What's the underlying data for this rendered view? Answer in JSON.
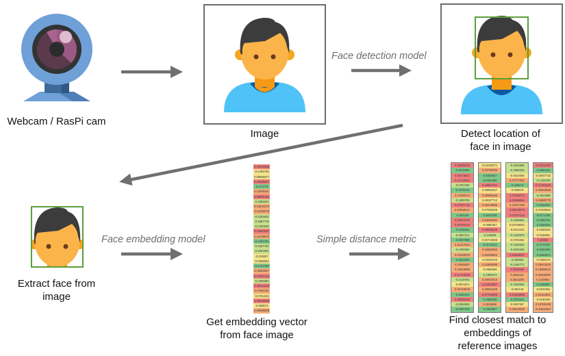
{
  "steps": {
    "webcam": {
      "caption": "Webcam / RasPi cam",
      "icon": "webcam-icon"
    },
    "image": {
      "caption": "Image",
      "icon": "person-portrait-icon"
    },
    "detect": {
      "caption_line1": "Detect location of",
      "caption_line2": "face in image",
      "icon": "person-portrait-face-box-icon"
    },
    "extract": {
      "caption_line1": "Extract face from",
      "caption_line2": "image",
      "icon": "cropped-face-icon"
    },
    "embedding": {
      "caption_line1": "Get embedding vector",
      "caption_line2": "from face image"
    },
    "match": {
      "caption_line1": "Find closest match to",
      "caption_line2": "embeddings of",
      "caption_line3": "reference images"
    }
  },
  "transitions": {
    "detection_model": "Face detection model",
    "embedding_model": "Face embedding model",
    "distance_metric": "Simple distance metric"
  },
  "colors": {
    "arrow": "#6f6f6f",
    "frame": "#6b6b6b",
    "face_box": "#5a9e3a",
    "label_gray": "#6e6e6e",
    "cell_red": "#f07f7f",
    "cell_orange": "#f6ac78",
    "cell_yellow": "#f4e38a",
    "cell_lightgreen": "#c7e08d",
    "cell_green": "#7fc88a"
  },
  "embedding_vector": [
    {
      "v": "0.34200865",
      "c": "red"
    },
    {
      "v": "-0.1205748",
      "c": "yellow"
    },
    {
      "v": "0.08880577",
      "c": "yellow"
    },
    {
      "v": "0.43489457",
      "c": "red"
    },
    {
      "v": "-0.471776",
      "c": "green"
    },
    {
      "v": "0.12280451",
      "c": "orange"
    },
    {
      "v": "0.30500182",
      "c": "red"
    },
    {
      "v": "-0.2055932",
      "c": "lightgreen"
    },
    {
      "v": "0.13643375",
      "c": "orange"
    },
    {
      "v": "0.12256078",
      "c": "orange"
    },
    {
      "v": "-0.3325932",
      "c": "lightgreen"
    },
    {
      "v": "-0.3087778",
      "c": "lightgreen"
    },
    {
      "v": "-0.2340945",
      "c": "lightgreen"
    },
    {
      "v": "0.24904567",
      "c": "red"
    },
    {
      "v": "0.16766875",
      "c": "orange"
    },
    {
      "v": "-0.4454751",
      "c": "green"
    },
    {
      "v": "-0.2847752",
      "c": "lightgreen"
    },
    {
      "v": "-0.2091901",
      "c": "lightgreen"
    },
    {
      "v": "-0.013807",
      "c": "yellow"
    },
    {
      "v": "-0.0595602",
      "c": "yellow"
    },
    {
      "v": "-0.4103459",
      "c": "green"
    },
    {
      "v": "0.10853057",
      "c": "orange"
    },
    {
      "v": "0.37304134",
      "c": "red"
    },
    {
      "v": "-0.1906883",
      "c": "lightgreen"
    },
    {
      "v": "0.32044229",
      "c": "red"
    },
    {
      "v": "0.27981251",
      "c": "orange"
    },
    {
      "v": "-0.0751618",
      "c": "yellow"
    },
    {
      "v": "0.38206088",
      "c": "red"
    },
    {
      "v": "-0.068674",
      "c": "yellow"
    },
    {
      "v": "0.25968059",
      "c": "orange"
    }
  ],
  "reference_embeddings": [
    [
      {
        "v": "0.45485242",
        "c": "red"
      },
      {
        "v": "-0.3018895",
        "c": "green"
      },
      {
        "v": "0.45473831",
        "c": "red"
      },
      {
        "v": "0.41722513",
        "c": "red"
      },
      {
        "v": "-0.0767409",
        "c": "lightgreen"
      },
      {
        "v": "-0.4976115",
        "c": "green"
      },
      {
        "v": "0.17205712",
        "c": "orange"
      },
      {
        "v": "-0.1506799",
        "c": "lightgreen"
      },
      {
        "v": "0.47521716",
        "c": "red"
      },
      {
        "v": "0.33945012",
        "c": "orange"
      },
      {
        "v": "-0.391228",
        "c": "green"
      },
      {
        "v": "0.33013726",
        "c": "red"
      },
      {
        "v": "0.40756124",
        "c": "red"
      },
      {
        "v": "-0.3038664",
        "c": "green"
      },
      {
        "v": "-0.3667114",
        "c": "lightgreen"
      },
      {
        "v": "-0.3057585",
        "c": "green"
      },
      {
        "v": "0.31317612",
        "c": "orange"
      },
      {
        "v": "-0.1300082",
        "c": "lightgreen"
      },
      {
        "v": "0.10459375",
        "c": "orange"
      },
      {
        "v": "-0.3843828",
        "c": "green"
      },
      {
        "v": "0.23665397",
        "c": "orange"
      },
      {
        "v": "0.18215988",
        "c": "orange"
      },
      {
        "v": "0.41710409",
        "c": "red"
      },
      {
        "v": "-0.2149703",
        "c": "lightgreen"
      },
      {
        "v": "-0.0874871",
        "c": "yellow"
      },
      {
        "v": "0.32740648",
        "c": "orange"
      },
      {
        "v": "-0.3260312",
        "c": "green"
      },
      {
        "v": "0.38305229",
        "c": "red"
      },
      {
        "v": "-0.2804659",
        "c": "lightgreen"
      },
      {
        "v": "-0.4507378",
        "c": "green"
      }
    ],
    [
      {
        "v": "0.04226071",
        "c": "yellow"
      },
      {
        "v": "0.33755295",
        "c": "orange"
      },
      {
        "v": "-0.4020827",
        "c": "green"
      },
      {
        "v": "-0.4640398",
        "c": "green"
      },
      {
        "v": "0.46654784",
        "c": "red"
      },
      {
        "v": "0.06883347",
        "c": "yellow"
      },
      {
        "v": "0.30986168",
        "c": "orange"
      },
      {
        "v": "0.00837712",
        "c": "yellow"
      },
      {
        "v": "0.26419686",
        "c": "orange"
      },
      {
        "v": "0.07085298",
        "c": "yellow"
      },
      {
        "v": "-0.3078765",
        "c": "green"
      },
      {
        "v": "0.33061002",
        "c": "orange"
      },
      {
        "v": "-0.0890457",
        "c": "yellow"
      },
      {
        "v": "0.46645205",
        "c": "red"
      },
      {
        "v": "-0.125904",
        "c": "lightgreen"
      },
      {
        "v": "0.02713939",
        "c": "yellow"
      },
      {
        "v": "-0.3173214",
        "c": "green"
      },
      {
        "v": "0.16662655",
        "c": "orange"
      },
      {
        "v": "0.35330604",
        "c": "orange"
      },
      {
        "v": "0.03080105",
        "c": "yellow"
      },
      {
        "v": "0.31655499",
        "c": "orange"
      },
      {
        "v": "-0.0896868",
        "c": "yellow"
      },
      {
        "v": "-0.1986072",
        "c": "lightgreen"
      },
      {
        "v": "0.26842515",
        "c": "orange"
      },
      {
        "v": "0.41861857",
        "c": "red"
      },
      {
        "v": "0.38064408",
        "c": "orange"
      },
      {
        "v": "0.47794505",
        "c": "red"
      },
      {
        "v": "-0.4685205",
        "c": "green"
      },
      {
        "v": "0.2525696",
        "c": "orange"
      },
      {
        "v": "-0.4583957",
        "c": "green"
      }
    ],
    [
      {
        "v": "-0.1843566",
        "c": "lightgreen"
      },
      {
        "v": "-0.1865345",
        "c": "lightgreen"
      },
      {
        "v": "-0.0519468",
        "c": "yellow"
      },
      {
        "v": "0.22717591",
        "c": "orange"
      },
      {
        "v": "-0.446274",
        "c": "green"
      },
      {
        "v": "-0.056578",
        "c": "yellow"
      },
      {
        "v": "0.47548724",
        "c": "red"
      },
      {
        "v": "0.40586861",
        "c": "red"
      },
      {
        "v": "0.22007256",
        "c": "orange"
      },
      {
        "v": "0.36418876",
        "c": "red"
      },
      {
        "v": "0.47827132",
        "c": "red"
      },
      {
        "v": "-0.1156581",
        "c": "lightgreen"
      },
      {
        "v": "0.02759001",
        "c": "yellow"
      },
      {
        "v": "-0.0213423",
        "c": "yellow"
      },
      {
        "v": "-0.1248973",
        "c": "lightgreen"
      },
      {
        "v": "-0.0763452",
        "c": "yellow"
      },
      {
        "v": "-0.1229302",
        "c": "lightgreen"
      },
      {
        "v": "-0.2026349",
        "c": "lightgreen"
      },
      {
        "v": "0.40508307",
        "c": "red"
      },
      {
        "v": "-0.209906",
        "c": "lightgreen"
      },
      {
        "v": "-0.2190771",
        "c": "lightgreen"
      },
      {
        "v": "0.4348198",
        "c": "red"
      },
      {
        "v": "0.2664111",
        "c": "orange"
      },
      {
        "v": "0.3544209",
        "c": "orange"
      },
      {
        "v": "-0.1928009",
        "c": "lightgreen"
      },
      {
        "v": "-0.062148",
        "c": "yellow"
      },
      {
        "v": "0.41254868",
        "c": "red"
      },
      {
        "v": "-0.3078191",
        "c": "green"
      },
      {
        "v": "-0.0657087",
        "c": "yellow"
      },
      {
        "v": "0.23019518",
        "c": "orange"
      }
    ],
    [
      {
        "v": "-0.37812087",
        "c": "red"
      },
      {
        "v": "-0.3984153",
        "c": "green"
      },
      {
        "v": "0.03007732",
        "c": "yellow"
      },
      {
        "v": "-0.1429106",
        "c": "lightgreen"
      },
      {
        "v": "0.41494228",
        "c": "red"
      },
      {
        "v": "0.29542568",
        "c": "orange"
      },
      {
        "v": "-0.2623998",
        "c": "lightgreen"
      },
      {
        "v": "0.24889775",
        "c": "orange"
      },
      {
        "v": "-0.4069062",
        "c": "green"
      },
      {
        "v": "0.07030502",
        "c": "yellow"
      },
      {
        "v": "-0.4171036",
        "c": "green"
      },
      {
        "v": "-0.4052761",
        "c": "green"
      },
      {
        "v": "-0.4284024",
        "c": "green"
      },
      {
        "v": "-0.0936549",
        "c": "yellow"
      },
      {
        "v": "-0.0188961",
        "c": "yellow"
      },
      {
        "v": "0.49052",
        "c": "red"
      },
      {
        "v": "-0.3710387",
        "c": "green"
      },
      {
        "v": "-0.3052350",
        "c": "green"
      },
      {
        "v": "-0.3658974",
        "c": "green"
      },
      {
        "v": "-0.0286178",
        "c": "yellow"
      },
      {
        "v": "0.25643026",
        "c": "orange"
      },
      {
        "v": "0.16989312",
        "c": "orange"
      },
      {
        "v": "0.36406084",
        "c": "orange"
      },
      {
        "v": "0.1148851",
        "c": "orange"
      },
      {
        "v": "-0.3505957",
        "c": "green"
      },
      {
        "v": "-0.0842091",
        "c": "yellow"
      },
      {
        "v": "0.31112901",
        "c": "orange"
      },
      {
        "v": "-0.0195258",
        "c": "yellow"
      },
      {
        "v": "0.19789198",
        "c": "orange"
      },
      {
        "v": "-0.30532847",
        "c": "orange"
      }
    ]
  ]
}
